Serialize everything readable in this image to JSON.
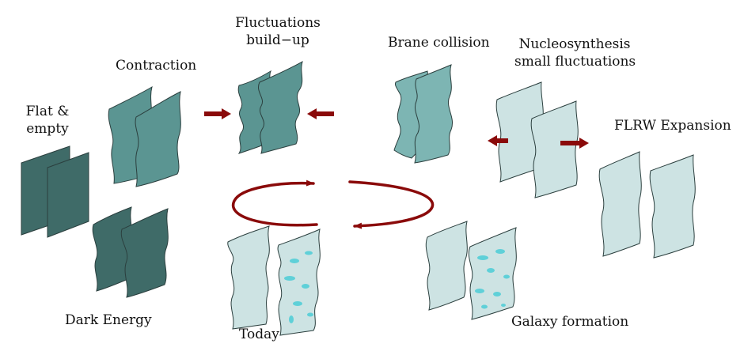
{
  "labels": {
    "flat_empty": [
      "Flat &",
      "empty"
    ],
    "contraction": "Contraction",
    "fluctuations": [
      "Fluctuations",
      "build−up"
    ],
    "brane_collision": "Brane collision",
    "nucleosynthesis": [
      "Nucleosynthesis",
      "small fluctuations"
    ],
    "flrw": "FLRW Expansion",
    "dark_energy": "Dark Energy",
    "today": "Today",
    "galaxy": "Galaxy formation"
  },
  "colors": {
    "dark_teal": "#3f6b68",
    "mid_teal": "#5b9592",
    "light_teal": "#7db5b3",
    "pale_teal": "#cde3e3",
    "galaxy_spot": "#5fd0d8",
    "arrow_red": "#8a0a0a",
    "outline": "#2b3f3e"
  },
  "icons": {
    "cycle": "cycle-arrow-icon",
    "push": "arrow-right-icon",
    "push_back": "arrow-left-icon"
  }
}
